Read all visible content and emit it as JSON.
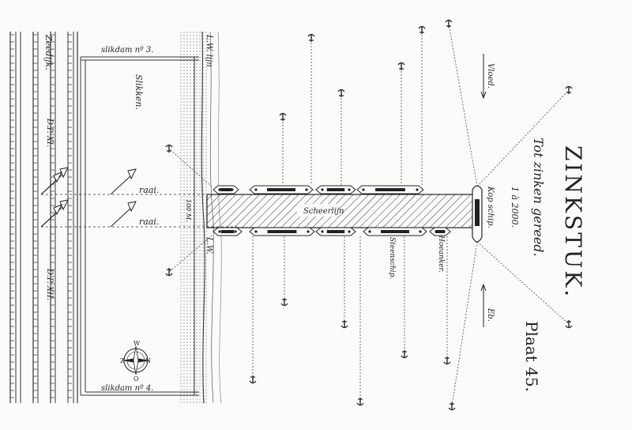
{
  "plate": {
    "title": "ZINKSTUK.",
    "subtitle": "Tot zinken gereed.",
    "scale": "1 à 2000.",
    "plate_number": "Plaat 45."
  },
  "labels": {
    "zeedijk": "Zeedijk.",
    "dpxi": "D.P. XI.",
    "dpxii": "D.P. XII.",
    "slikdam3": "slikdam nº 3.",
    "slikdam4": "slikdam nº 4.",
    "slikken": "Slikken.",
    "lw_top": "L.W. lijn",
    "lw_bottom": "L.W.",
    "raai1": "raai.",
    "raai2": "raai.",
    "ruler_mark": "100 M.",
    "scheerlijn": "Scheerlijn",
    "kopschip": "Kop schip.",
    "steenschip": "Steenschip.",
    "hoeanker": "Hoeanker.",
    "vloed": "Vloed.",
    "eb": "Eb."
  },
  "compass": {
    "north": "N",
    "south": "Z",
    "east": "O",
    "west": "W"
  },
  "icons": [
    "anchor-icon",
    "flag-icon",
    "compass-rose-icon",
    "arrow-icon"
  ]
}
